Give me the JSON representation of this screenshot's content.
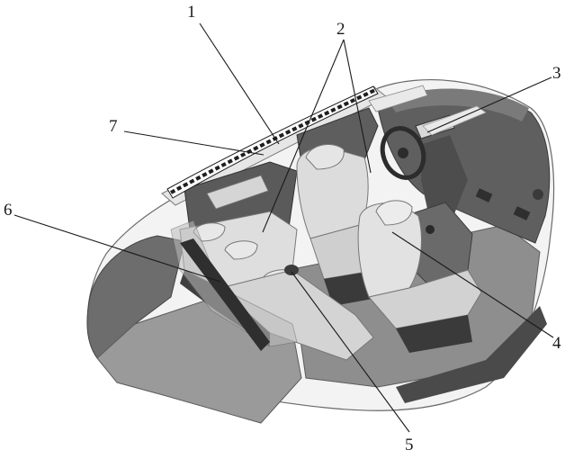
{
  "diagram": {
    "callouts": [
      {
        "id": "1",
        "label": "1"
      },
      {
        "id": "2",
        "label": "2"
      },
      {
        "id": "3",
        "label": "3"
      },
      {
        "id": "4",
        "label": "4"
      },
      {
        "id": "5",
        "label": "5"
      },
      {
        "id": "6",
        "label": "6"
      },
      {
        "id": "7",
        "label": "7"
      }
    ],
    "colors": {
      "body_shell": "#f3f3f3",
      "body_outline": "#6a6a6a",
      "floor": "#9a9a9a",
      "floor_dark": "#7d7d7d",
      "dashboard": "#5f5f5f",
      "seat": "#dcdcdc",
      "seat_shadow": "#b5b5b5",
      "trim_dark": "#3c3c3c",
      "leader": "#1a1a1a"
    }
  }
}
